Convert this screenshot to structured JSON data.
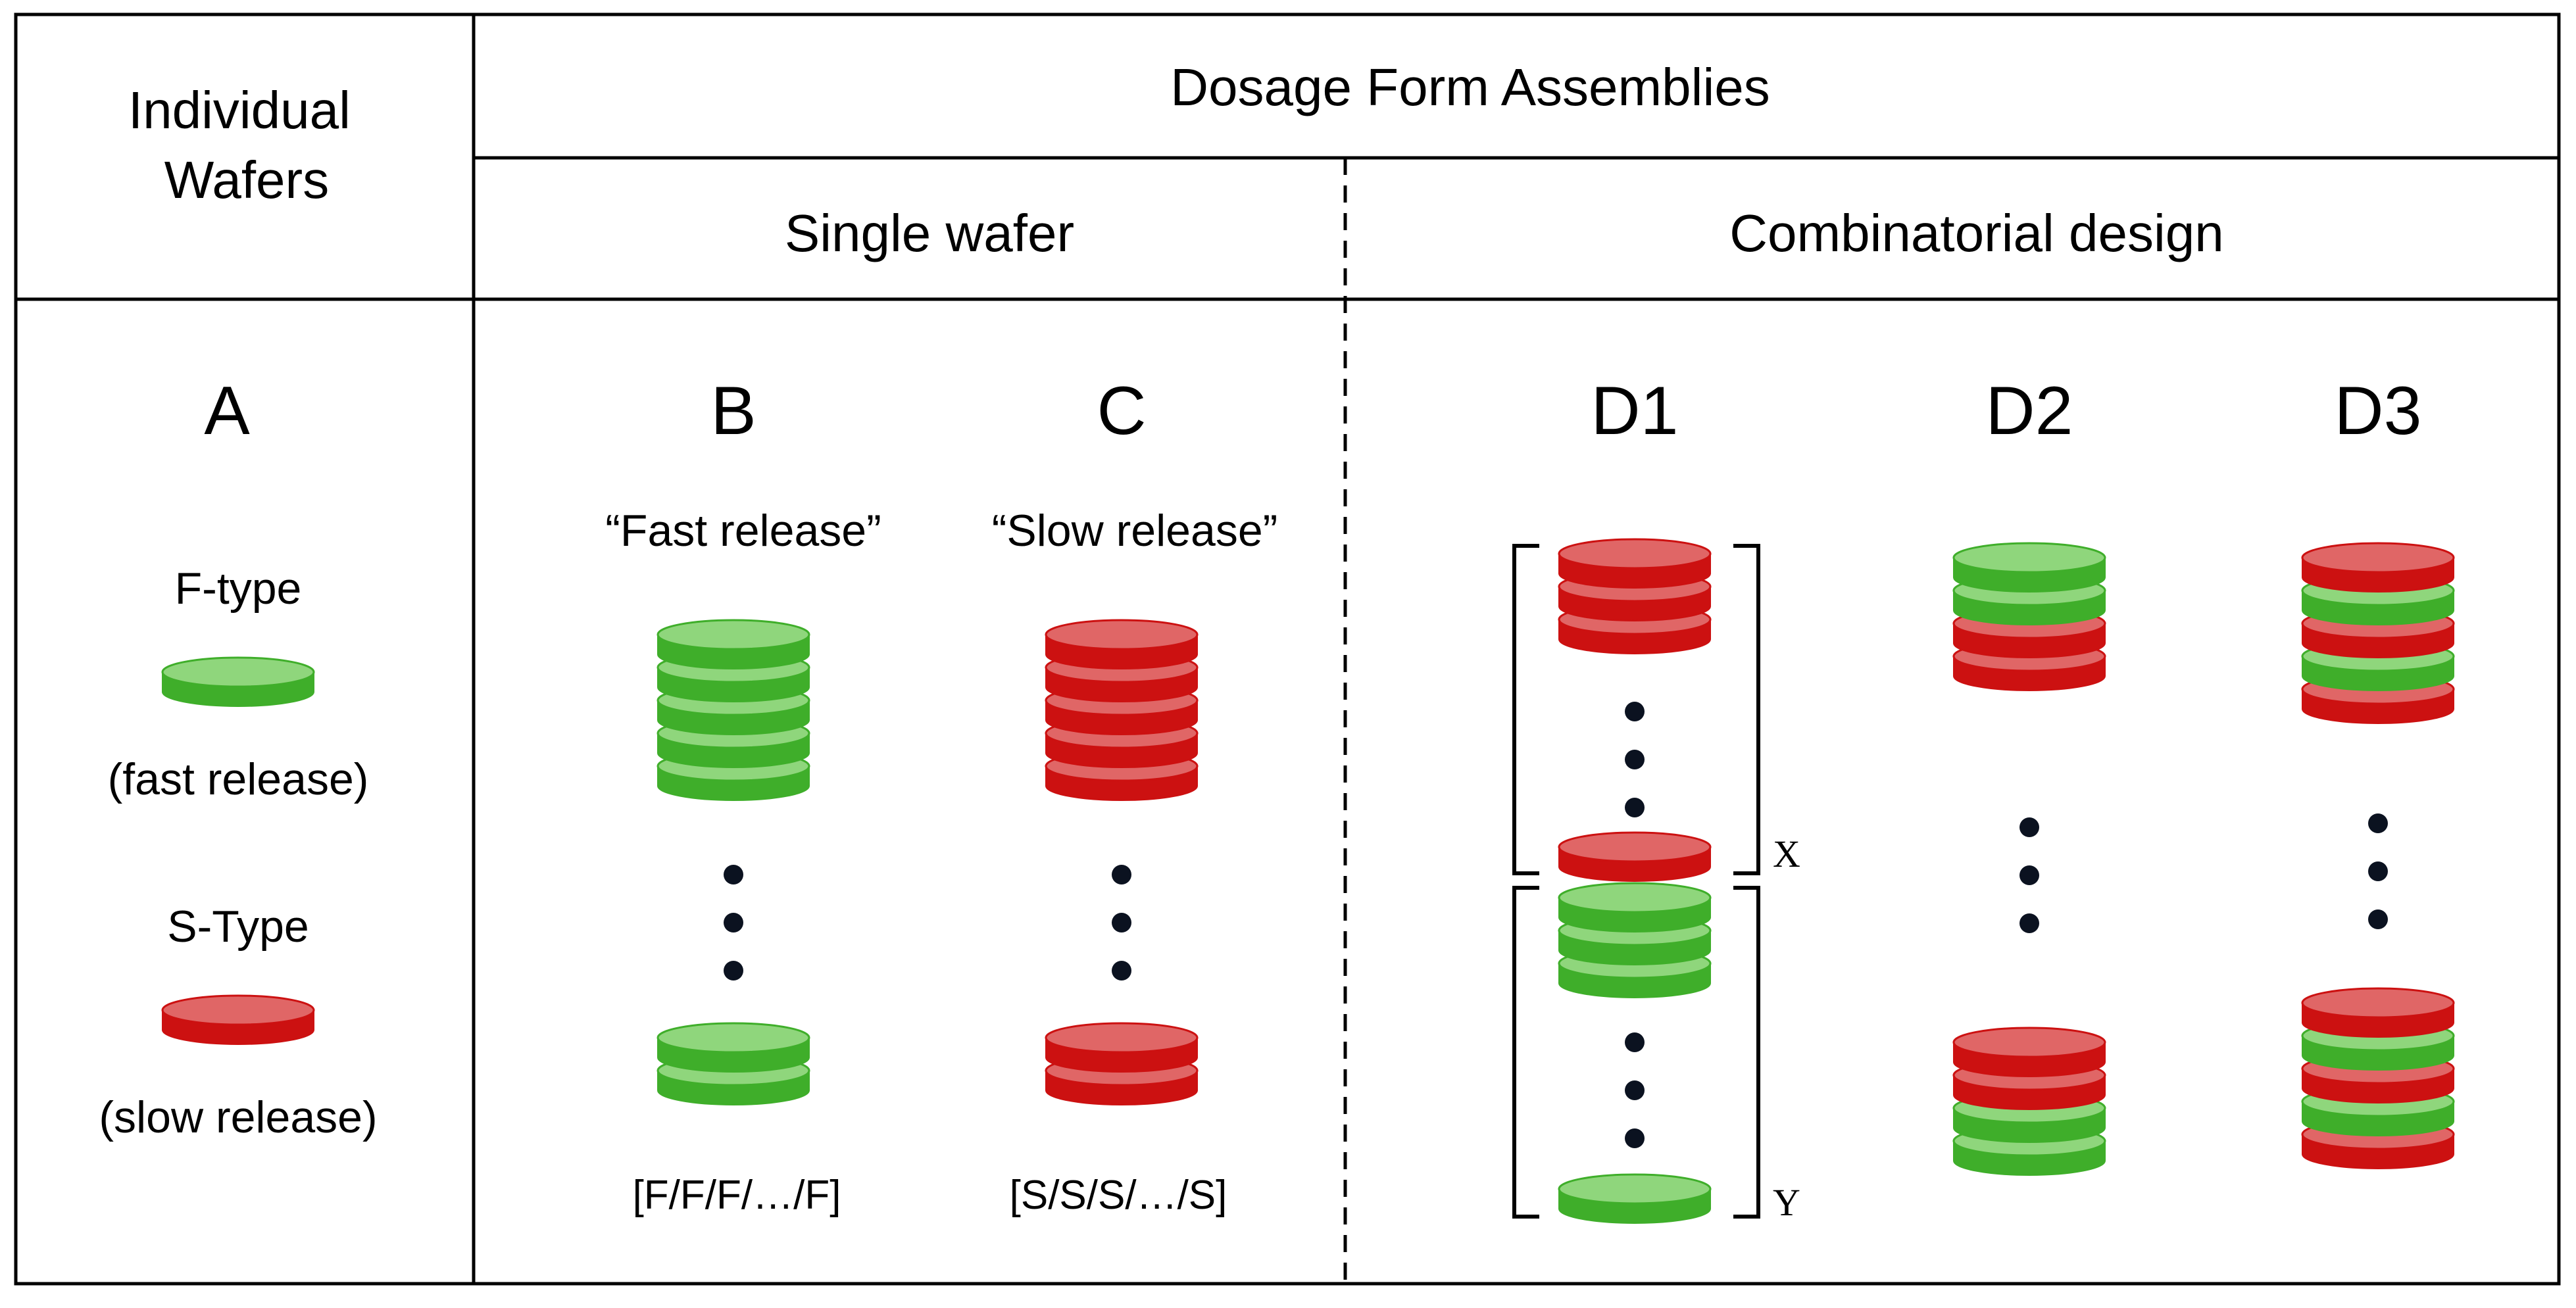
{
  "header": {
    "individual_wafers": [
      "Individual",
      "Wafers"
    ],
    "assemblies": "Dosage Form Assemblies",
    "single_wafer": "Single wafer",
    "combinatorial": "Combinatorial design"
  },
  "columns": {
    "A": {
      "label": "A",
      "f_type": "F-type",
      "f_desc": "(fast release)",
      "s_type": "S-Type",
      "s_desc": "(slow release)"
    },
    "B": {
      "label": "B",
      "caption": "“Fast release”",
      "formula": "[F/F/F/…/F]"
    },
    "C": {
      "label": "C",
      "caption": "“Slow release”",
      "formula": "[S/S/S/…/S]"
    },
    "D1": {
      "label": "D1",
      "bracket_x": "X",
      "bracket_y": "Y"
    },
    "D2": {
      "label": "D2"
    },
    "D3": {
      "label": "D3"
    }
  },
  "colors": {
    "fast_top": "#8fd67c",
    "fast_side": "#3fae2a",
    "slow_top": "#e06666",
    "slow_side": "#cc1111",
    "line": "#000000"
  }
}
